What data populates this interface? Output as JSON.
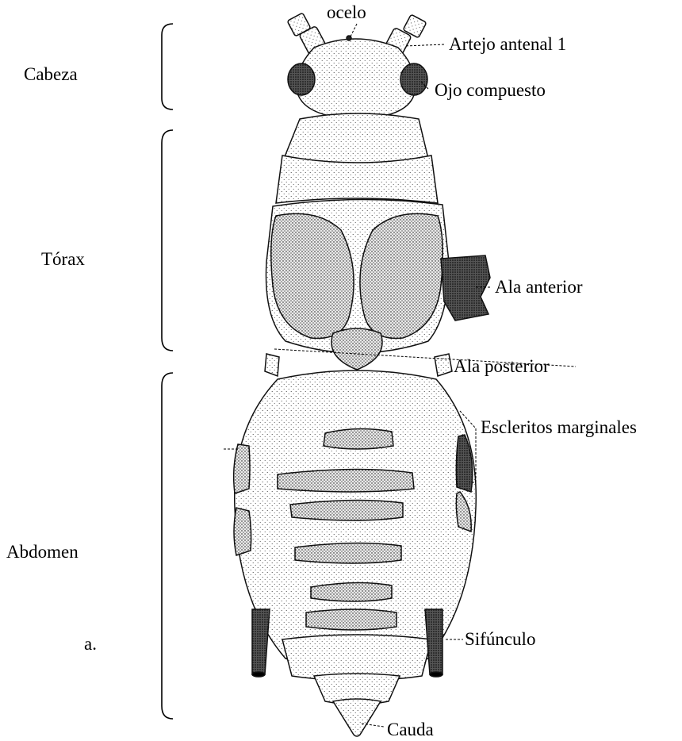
{
  "figure": {
    "panel_label": "a.",
    "regions": {
      "head": "Cabeza",
      "thorax": "Tórax",
      "abdomen": "Abdomen"
    },
    "parts": {
      "ocellus": "ocelo",
      "antennal_segment": "Artejo antenal 1",
      "compound_eye": "Ojo compuesto",
      "forewing": "Ala anterior",
      "hindwing": "Ala posterior",
      "marginal_sclerites": "Escleritos marginales",
      "siphunculus": "Sifúnculo",
      "cauda": "Cauda"
    }
  }
}
